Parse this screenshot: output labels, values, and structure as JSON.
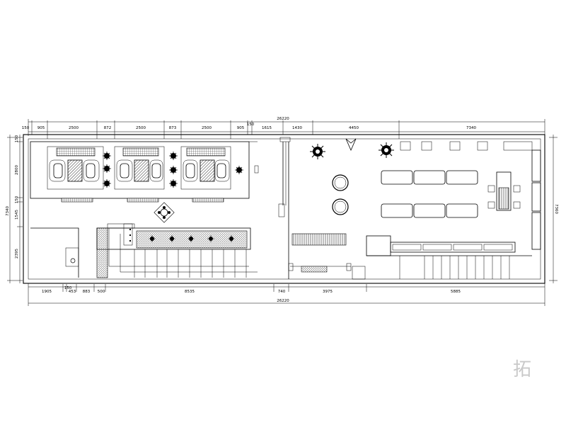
{
  "drawing": {
    "top_dims": [
      "150",
      "905",
      "2500",
      "872",
      "2500",
      "873",
      "2500",
      "905",
      "150",
      "1615",
      "1430",
      "4450",
      "7340"
    ],
    "top_total": "26220",
    "bottom_dims": [
      "1905",
      "150",
      "453",
      "883",
      "500",
      "8535",
      "740",
      "3975",
      "5885"
    ],
    "bottom_total": "26220",
    "left_dims": [
      "150",
      "2800",
      "150",
      "1545",
      "2395"
    ],
    "left_total": "7340",
    "right_total": "7360",
    "watermark": "拓"
  }
}
